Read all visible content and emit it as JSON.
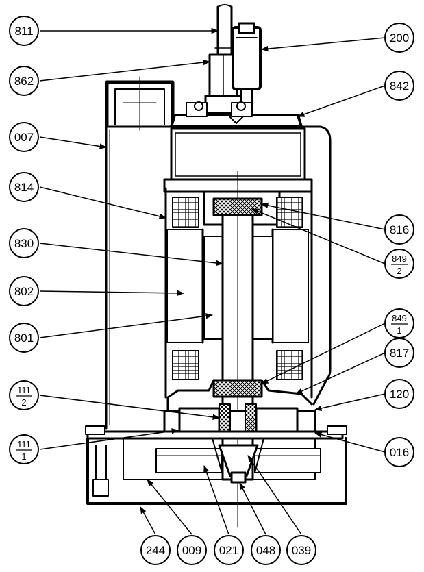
{
  "diagram": {
    "labels": [
      {
        "key": "p811",
        "text": "811"
      },
      {
        "key": "p862",
        "text": "862"
      },
      {
        "key": "p007",
        "text": "007"
      },
      {
        "key": "p814",
        "text": "814"
      },
      {
        "key": "p830",
        "text": "830"
      },
      {
        "key": "p802",
        "text": "802"
      },
      {
        "key": "p801",
        "text": "801"
      },
      {
        "key": "p111_2",
        "top": "111",
        "bottom": "2"
      },
      {
        "key": "p111_1",
        "top": "111",
        "bottom": "1"
      },
      {
        "key": "p200",
        "text": "200"
      },
      {
        "key": "p842",
        "text": "842"
      },
      {
        "key": "p816",
        "text": "816"
      },
      {
        "key": "p849_2",
        "top": "849",
        "bottom": "2"
      },
      {
        "key": "p849_1",
        "top": "849",
        "bottom": "1"
      },
      {
        "key": "p817",
        "text": "817"
      },
      {
        "key": "p120",
        "text": "120"
      },
      {
        "key": "p016",
        "text": "016"
      },
      {
        "key": "p244",
        "text": "244"
      },
      {
        "key": "p009",
        "text": "009"
      },
      {
        "key": "p021",
        "text": "021"
      },
      {
        "key": "p048",
        "text": "048"
      },
      {
        "key": "p039",
        "text": "039"
      }
    ]
  }
}
